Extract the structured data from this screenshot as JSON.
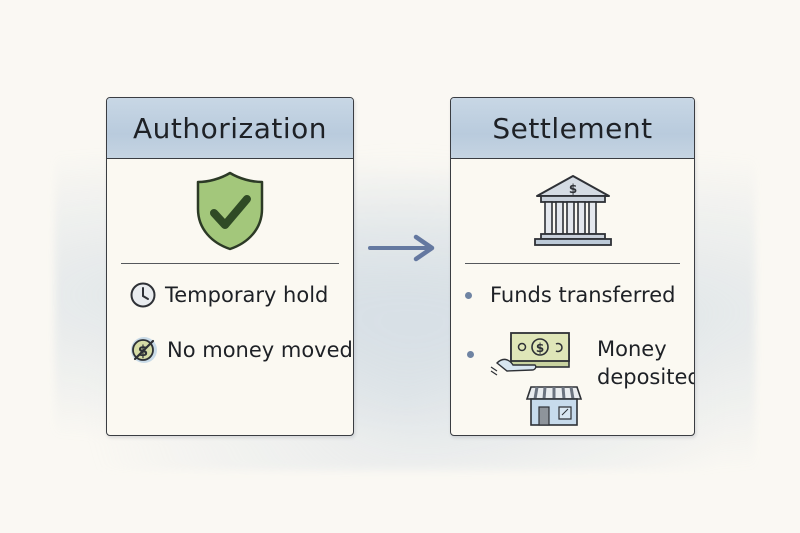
{
  "diagram": {
    "stages": [
      {
        "title": "Authorization",
        "icon": "shield-check-icon",
        "items": [
          {
            "icon": "clock-icon",
            "label": "Temporary hold"
          },
          {
            "icon": "no-money-icon",
            "label": "No money moved"
          }
        ]
      },
      {
        "title": "Settlement",
        "icon": "bank-icon",
        "items": [
          {
            "icon": "bullet",
            "label": "Funds transferred"
          },
          {
            "icon": "money-deposit-store-icon",
            "label_line1": "Money",
            "label_line2": "deposited"
          }
        ]
      }
    ],
    "connector": "arrow-right-icon"
  },
  "colors": {
    "header_bg": "#c2d3e3",
    "card_bg": "#fbf9f2",
    "border": "#3a3d42",
    "shield_green": "#a3c77b",
    "check_dark": "#2f4a25",
    "arrow_blue": "#6478a0",
    "bank_gray": "#c8d0da",
    "bullet": "#6f84a3"
  }
}
